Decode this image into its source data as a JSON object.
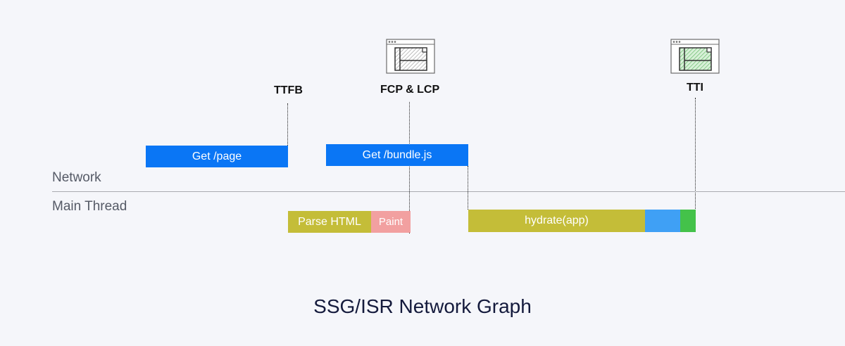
{
  "title": "SSG/ISR Network Graph",
  "lanes": {
    "network": "Network",
    "main_thread": "Main Thread"
  },
  "markers": {
    "ttfb": "TTFB",
    "fcp_lcp": "FCP & LCP",
    "tti": "TTI"
  },
  "bars": {
    "get_page": "Get /page",
    "get_bundle": "Get /bundle.js",
    "parse_html": "Parse HTML",
    "paint": "Paint",
    "hydrate": "hydrate(app)"
  },
  "colors": {
    "network_bar": "#0a76f5",
    "parse_hydrate": "#c4bd38",
    "paint": "#f2a0a0",
    "blue_task": "#3fa0f5",
    "green_task": "#44c24a",
    "icon_hatch_plain": "#d0d0d0",
    "icon_hatch_green": "#9bd49d"
  },
  "icons": [
    "browser-window-icon",
    "browser-window-hydrated-icon"
  ]
}
